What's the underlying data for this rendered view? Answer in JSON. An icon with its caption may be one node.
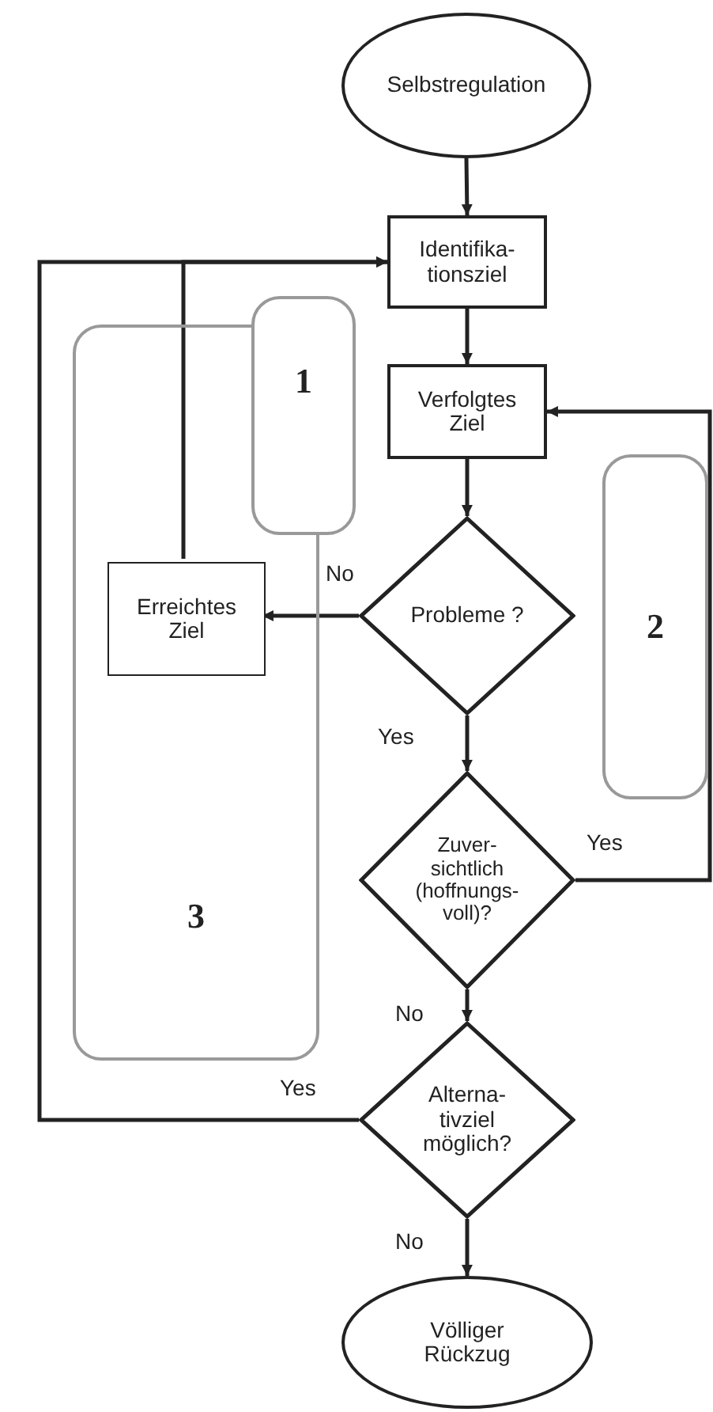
{
  "diagram": {
    "nodes": [
      {
        "text": [
          "Selbstregulation"
        ]
      },
      {
        "text": [
          "Identifika- tionsziel"
        ]
      },
      {
        "text": [
          "Verfolgtes Ziel"
        ]
      },
      {
        "text": [
          "Probleme ?"
        ]
      },
      {
        "text": [
          "Erreichtes Ziel"
        ],
        "in": 10
      },
      {
        "text": [
          "Zuver- sichtlich (hoffnungs- voll)?"
        ]
      },
      {
        "text": [
          "Alterna- tivziel möglich?"
        ]
      },
      {
        "text": [
          "Völliger Rückzug"
        ]
      },
      {
        "text": [
          "1"
        ]
      },
      {
        "text": [
          "2"
        ]
      },
      {
        "text": [
          "3"
        ]
      }
    ],
    "edges": [
      {
        "from": 0,
        "to": 1,
        "arrow": "to"
      },
      {
        "from": 1,
        "to": 2,
        "arrow": "to"
      },
      {
        "from": 2,
        "to": 3,
        "arrow": "to"
      },
      {
        "from": 3,
        "to": 4,
        "arrow": "to",
        "label": "No"
      },
      {
        "from": 3,
        "to": 5,
        "arrow": "to",
        "label": "Yes"
      },
      {
        "from": 4,
        "to": 1,
        "arrow": "to"
      },
      {
        "from": 5,
        "to": 2,
        "arrow": "to",
        "label": "Yes"
      },
      {
        "from": 5,
        "to": 6,
        "arrow": "to",
        "label": "No"
      },
      {
        "from": 6,
        "to": 7,
        "arrow": "to",
        "label": "No"
      },
      {
        "from": 6,
        "to": 1,
        "arrow": "to",
        "label": "Yes"
      }
    ]
  }
}
